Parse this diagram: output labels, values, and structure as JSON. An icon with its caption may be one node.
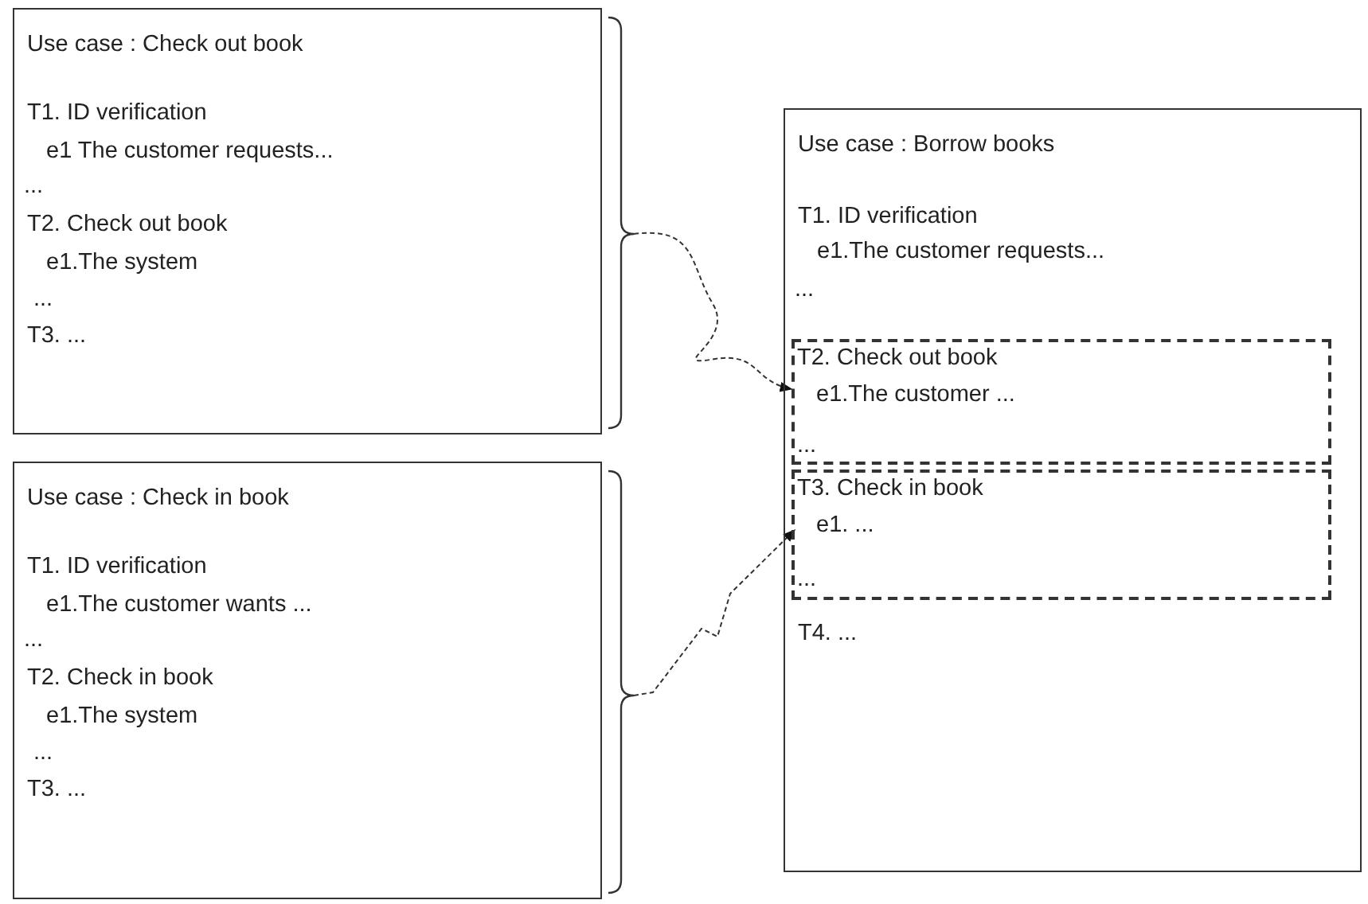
{
  "diagram": {
    "nodes": [
      {
        "text": [
          "Use case : Check out book",
          "T1. ID verification",
          "e1 The customer requests...",
          "...",
          "T2. Check out book",
          "e1.The system",
          "...",
          "T3. ..."
        ]
      },
      {
        "text": [
          "Use case : Check in book",
          "T1. ID verification",
          "e1.The customer wants ...",
          "...",
          "T2. Check in book",
          "e1.The system",
          "...",
          "T3. ..."
        ]
      },
      {
        "text": [
          "Use case : Borrow books",
          "T1. ID verification",
          "e1.The customer requests...",
          "...",
          "T4. ..."
        ]
      },
      {
        "text": [
          "T2. Check out book",
          "e1.The customer ...",
          "..."
        ],
        "in": 2
      },
      {
        "text": [
          "T3. Check in book",
          "e1. ...",
          "..."
        ],
        "in": 2
      }
    ],
    "edges": [
      {
        "from": 0,
        "to": 3,
        "arrow": "to",
        "style": "dashed"
      },
      {
        "from": 1,
        "to": 4,
        "arrow": "to",
        "style": "dashed"
      }
    ]
  }
}
